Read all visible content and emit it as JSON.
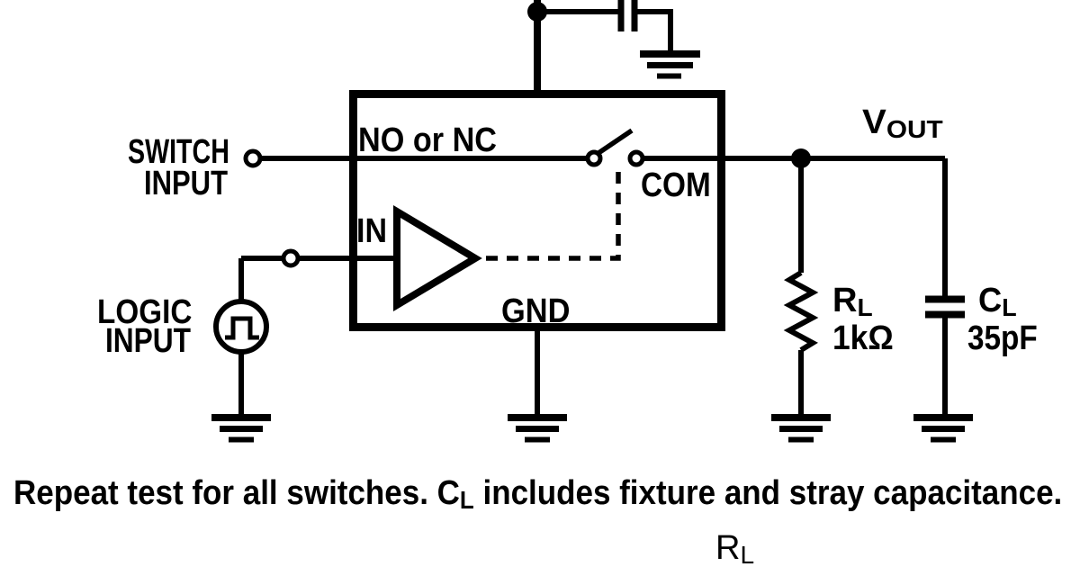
{
  "colors": {
    "ink": "#000000",
    "background": "#ffffff"
  },
  "ic": {
    "pin_no_nc": "NO or NC",
    "pin_com": "COM",
    "pin_in": "IN",
    "pin_gnd": "GND"
  },
  "terminals": {
    "switch_input_line1": "SWITCH",
    "switch_input_line2": "INPUT",
    "logic_input_line1": "LOGIC",
    "logic_input_line2": "INPUT"
  },
  "output": {
    "v_main": "V",
    "v_sub": "OUT"
  },
  "load": {
    "resistor_name": "R",
    "resistor_sub": "L",
    "resistor_value": "1kΩ",
    "capacitor_name": "C",
    "capacitor_sub": "L",
    "capacitor_value": "35pF"
  },
  "caption": {
    "part1": "Repeat test for all switches. C",
    "sub": "L",
    "part2": " includes fixture and stray capacitance."
  },
  "footnote": {
    "main": "R",
    "sub": "L"
  }
}
